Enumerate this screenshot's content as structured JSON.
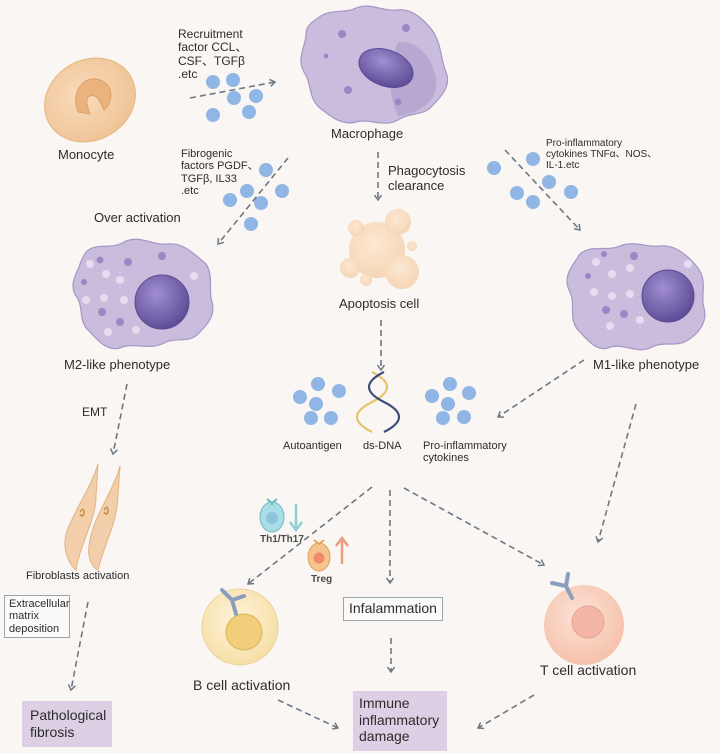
{
  "figure": {
    "background": "#f9f6f3",
    "colors": {
      "arrow": "#6e7883",
      "cytokine": "#8fb6e4",
      "macrophage_body": "#c9bcdc",
      "nucleus": "#7b66ad",
      "monocyte": "#f2cda4",
      "outcome_box": "#ddd0e4",
      "th1_arrow": "#8fd0d3",
      "treg_arrow": "#ec9c7d"
    }
  },
  "cells": {
    "monocyte": "Monocyte",
    "macrophage": "Macrophage",
    "apoptosis": "Apoptosis cell",
    "m2": "M2-like phenotype",
    "m1": "M1-like phenotype",
    "fibroblasts": "Fibroblasts activation",
    "b_cell": "B cell activation",
    "t_cell": "T cell activation",
    "th1": "Th1/Th17",
    "treg": "Treg"
  },
  "factors": {
    "recruitment": "Recruitment\nfactor CCL、\nCSF、TGFβ\n.etc",
    "fibrogenic": "Fibrogenic\nfactors PGDF、\nTGFβ, IL33\n.etc",
    "proinflam_top": "Pro-inflammatory\ncytokines TNFα、NOS、\nIL-1.etc",
    "autoantigen": "Autoantigen",
    "dsdna": "ds-DNA",
    "proinflam_mid": "Pro-inflammatory\ncytokines"
  },
  "processes": {
    "phagocytosis": "Phagocytosis\nclearance",
    "over_activation": "Over activation",
    "emt": "EMT",
    "ecm": "Extracellular\nmatrix\ndeposition",
    "inflammation": "Infalammation"
  },
  "outcomes": {
    "fibrosis": "Pathological\nfibrosis",
    "immune_damage": "Immune\ninflammatory\ndamage"
  },
  "indicators": {
    "th1_direction": "down",
    "treg_direction": "up"
  }
}
